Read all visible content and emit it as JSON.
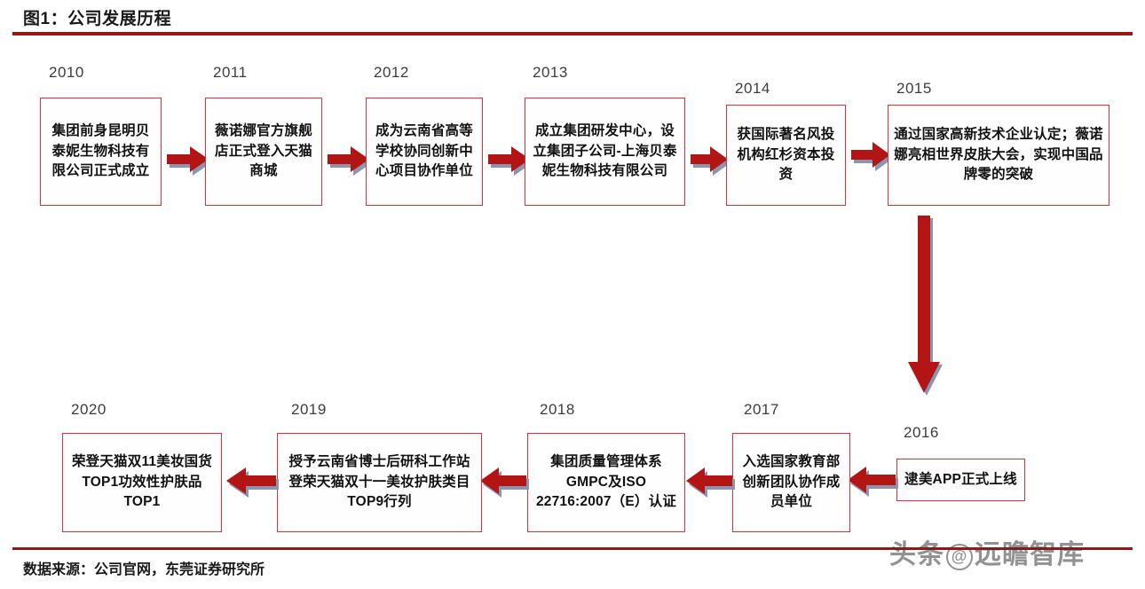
{
  "header": {
    "title": "图1：公司发展历程"
  },
  "footer": {
    "source": "数据来源：公司官网，东莞证券研究所"
  },
  "watermark": {
    "left_text": "头条",
    "at_symbol": "@",
    "right_text": "远瞻智库"
  },
  "colors": {
    "rule": "#9E1313",
    "box_border": "#E03030",
    "arrow_fill": "#B31515",
    "arrow_shadow": "#8C95AE",
    "text": "#111111",
    "year_text": "#3d3d3d"
  },
  "timeline": {
    "row_top": [
      {
        "year": "2010",
        "text": "集团前身昆明贝泰妮生物科技有限公司正式成立"
      },
      {
        "year": "2011",
        "text": "薇诺娜官方旗舰店正式登入天猫商城"
      },
      {
        "year": "2012",
        "text": "成为云南省高等学校协同创新中心项目协作单位"
      },
      {
        "year": "2013",
        "text": "成立集团研发中心，设立集团子公司-上海贝泰妮生物科技有限公司"
      },
      {
        "year": "2014",
        "text": "获国际著名风投机构红杉资本投资"
      },
      {
        "year": "2015",
        "text": "通过国家高新技术企业认定；薇诺娜亮相世界皮肤大会，实现中国品牌零的突破"
      }
    ],
    "row_bottom": [
      {
        "year": "2020",
        "text": "荣登天猫双11美妆国货TOP1功效性护肤品TOP1"
      },
      {
        "year": "2019",
        "text": "授予云南省博士后研科工作站登荣天猫双十一美妆护肤类目TOP9行列"
      },
      {
        "year": "2018",
        "text": "集团质量管理体系GMPC及ISO 22716:2007（E）认证"
      },
      {
        "year": "2017",
        "text": "入选国家教育部创新团队协作成员单位"
      },
      {
        "year": "2016",
        "text": "逮美APP正式上线"
      }
    ]
  }
}
